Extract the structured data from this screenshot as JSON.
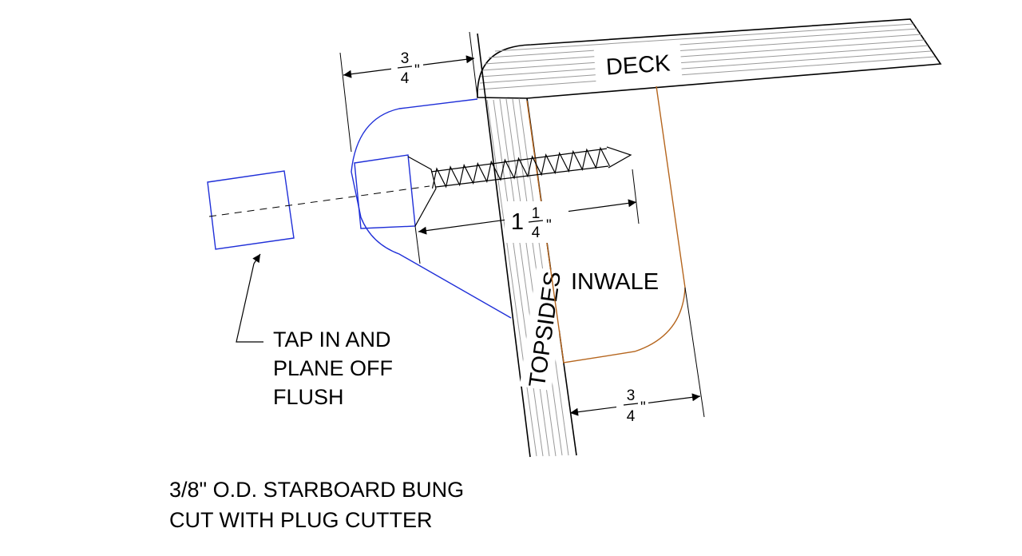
{
  "labels": {
    "deck": "DECK",
    "topsides": "TOPSIDES",
    "inwale": "INWALE",
    "tap_note": [
      "TAP IN AND",
      "PLANE OFF",
      "FLUSH"
    ],
    "bung_note": [
      "3/8\" O.D. STARBOARD BUNG",
      "CUT WITH PLUG CUTTER"
    ]
  },
  "dimensions": {
    "top_bung_depth": {
      "num": "3",
      "den": "4",
      "unit": "\""
    },
    "screw_length": {
      "whole": "1",
      "num": "1",
      "den": "4",
      "unit": "\""
    },
    "inwale_width": {
      "num": "3",
      "den": "4",
      "unit": "\""
    }
  },
  "colors": {
    "outline": "#000000",
    "bung": "#1f2fd8",
    "inwale": "#b5651d",
    "grain": "#9a9a9a"
  }
}
